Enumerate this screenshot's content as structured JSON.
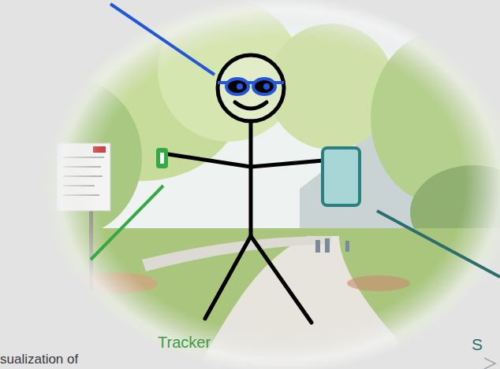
{
  "diagram": {
    "labels": [
      "Tracker",
      "sualization of",
      "S"
    ]
  }
}
